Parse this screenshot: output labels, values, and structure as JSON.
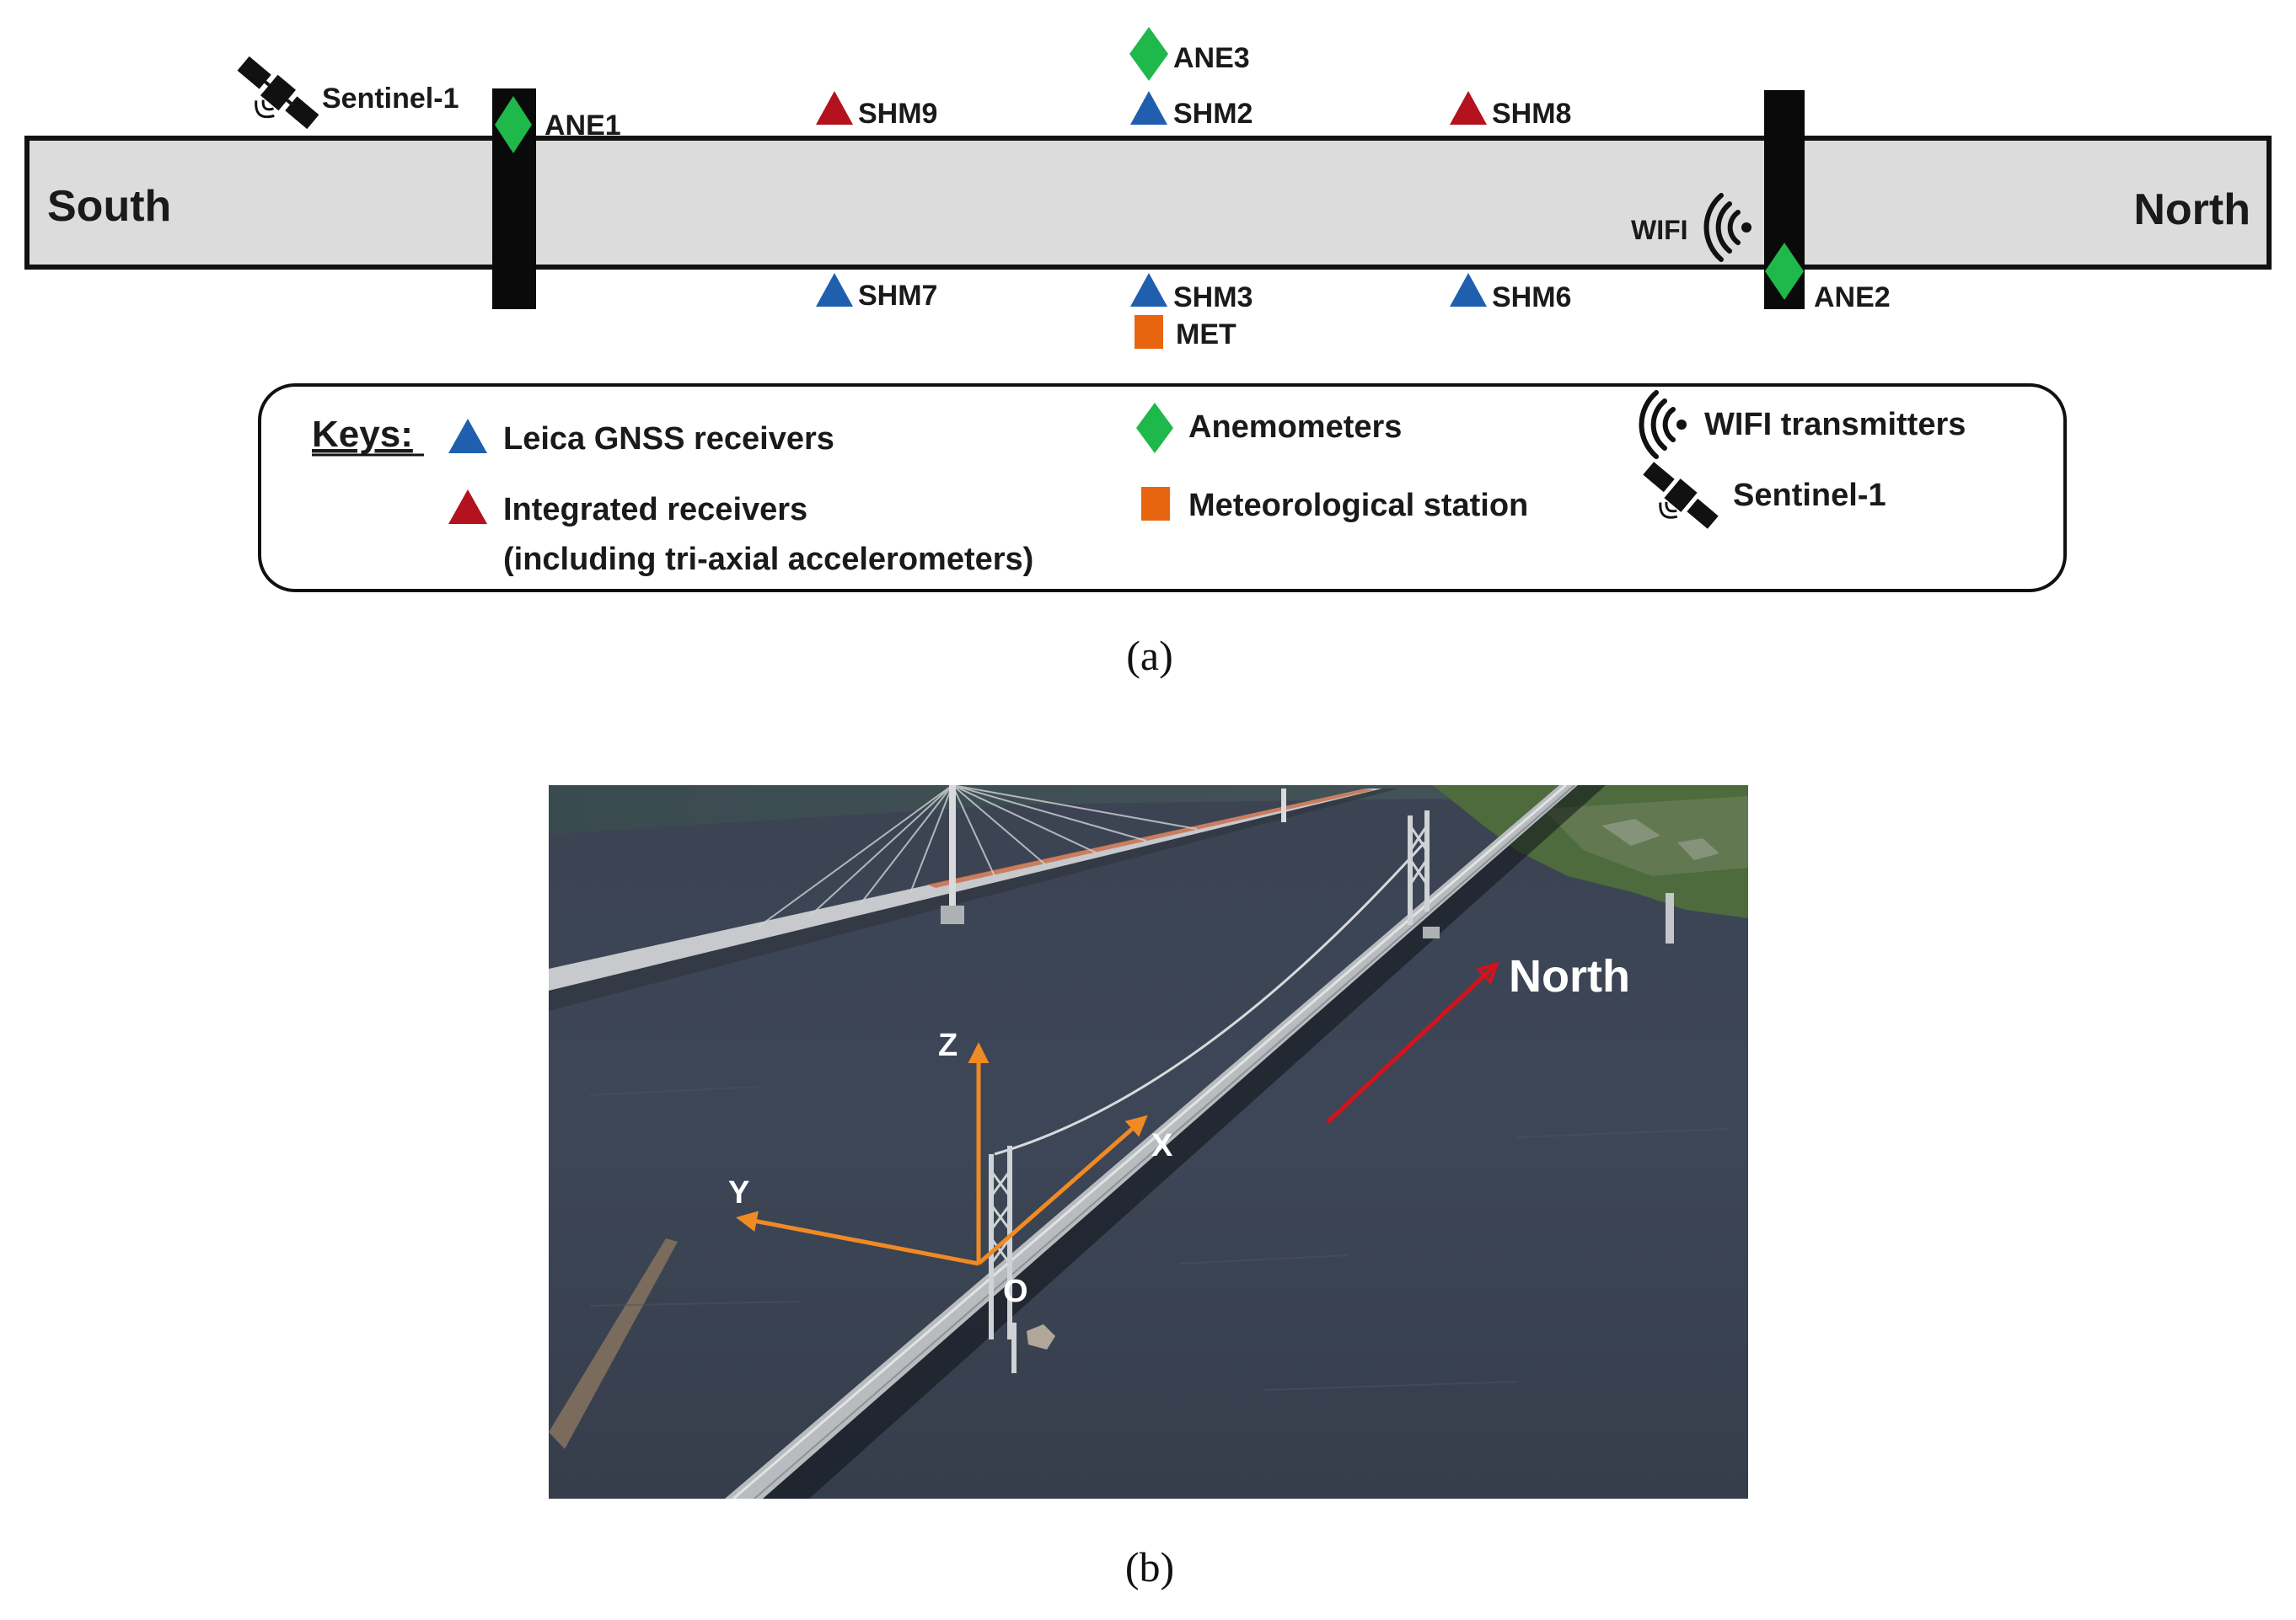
{
  "panel_a": {
    "deck": {
      "south_label": "South",
      "north_label": "North"
    },
    "towers": [
      {
        "name": "south-tower"
      },
      {
        "name": "north-tower"
      }
    ],
    "markers": [
      {
        "id": "ane1",
        "label": "ANE1",
        "type": "diamond",
        "color": "#1fb84a"
      },
      {
        "id": "ane2",
        "label": "ANE2",
        "type": "diamond",
        "color": "#1fb84a"
      },
      {
        "id": "ane3",
        "label": "ANE3",
        "type": "diamond",
        "color": "#1fb84a"
      },
      {
        "id": "shm9",
        "label": "SHM9",
        "type": "triangle",
        "color": "#b3121e"
      },
      {
        "id": "shm2",
        "label": "SHM2",
        "type": "triangle",
        "color": "#1f5fae"
      },
      {
        "id": "shm8",
        "label": "SHM8",
        "type": "triangle",
        "color": "#b3121e"
      },
      {
        "id": "shm7",
        "label": "SHM7",
        "type": "triangle",
        "color": "#1f5fae"
      },
      {
        "id": "shm3",
        "label": "SHM3",
        "type": "triangle",
        "color": "#1f5fae"
      },
      {
        "id": "shm6",
        "label": "SHM6",
        "type": "triangle",
        "color": "#1f5fae"
      },
      {
        "id": "met",
        "label": "MET",
        "type": "square",
        "color": "#e8650f"
      },
      {
        "id": "wifi",
        "label": "WIFI",
        "type": "wifi",
        "color": "#111111"
      },
      {
        "id": "sentinel",
        "label": "Sentinel-1",
        "type": "satellite",
        "color": "#111111"
      }
    ],
    "keys": {
      "title": "Keys:",
      "items": [
        {
          "label": "Leica GNSS receivers",
          "icon": "blue-triangle-icon"
        },
        {
          "label": "Integrated receivers",
          "label2": "(including tri-axial accelerometers)",
          "icon": "red-triangle-icon"
        },
        {
          "label": "Anemometers",
          "icon": "green-diamond-icon"
        },
        {
          "label": "Meteorological station",
          "icon": "orange-square-icon"
        },
        {
          "label": "WIFI transmitters",
          "icon": "wifi-icon"
        },
        {
          "label": "Sentinel-1",
          "icon": "satellite-icon"
        }
      ]
    },
    "caption": "(a)"
  },
  "panel_b": {
    "axes": {
      "z": "Z",
      "x": "X",
      "y": "Y",
      "origin": "O",
      "color": "#f08a24"
    },
    "north_label": "North",
    "north_arrow_color": "#d4121c",
    "caption": "(b)"
  }
}
